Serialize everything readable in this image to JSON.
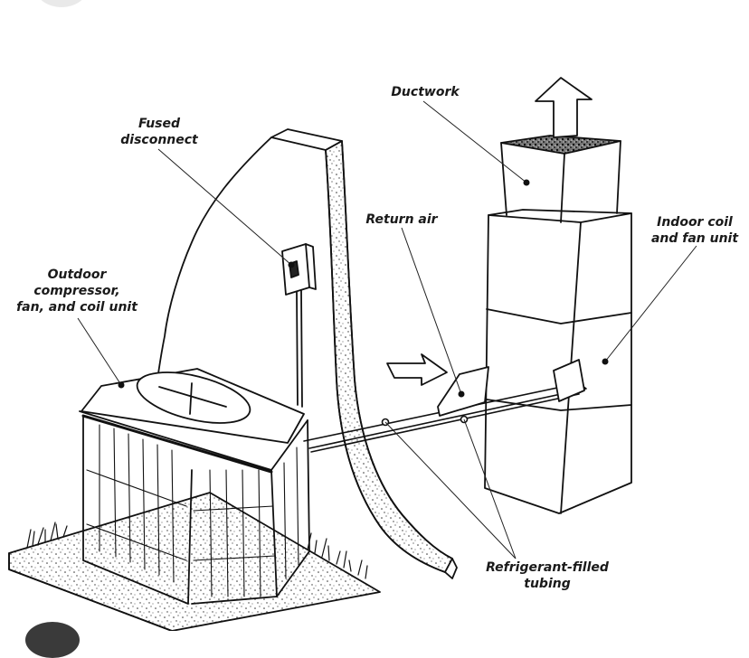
{
  "labels": {
    "fused_disconnect": [
      "Fused",
      "disconnect"
    ],
    "ductwork": [
      "Ductwork"
    ],
    "return_air": [
      "Return air"
    ],
    "indoor_unit": [
      "Indoor coil",
      "and fan unit"
    ],
    "outdoor_unit": [
      "Outdoor",
      "compressor,",
      "fan, and coil unit"
    ],
    "refrigerant_tubing": [
      "Refrigerant-filled",
      "tubing"
    ]
  },
  "icons": [
    "up-arrow-icon",
    "right-arrow-icon"
  ]
}
